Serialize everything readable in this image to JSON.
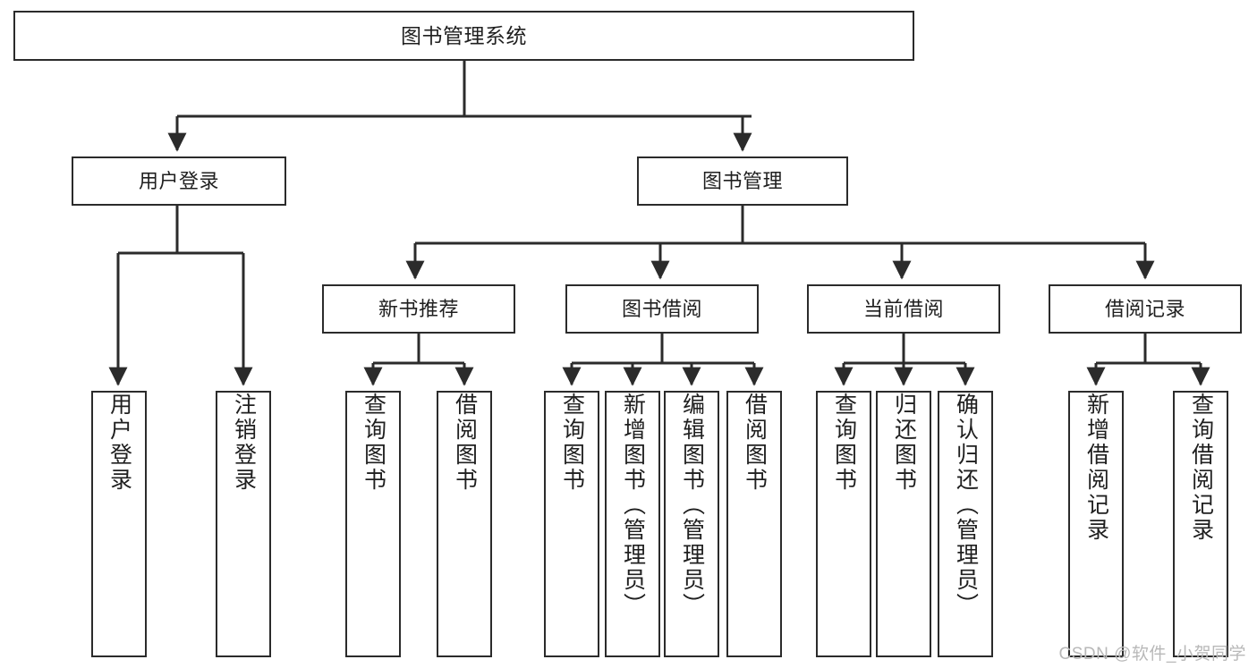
{
  "diagram": {
    "title": "图书管理系统",
    "type": "functional-structure-tree",
    "colors": {
      "box_border": "#2b2b2b",
      "box_fill": "#ffffff",
      "connector": "#2b2b2b",
      "text": "#1f1f1f",
      "watermark": "#b8b8b8",
      "background": "#ffffff"
    },
    "levels": {
      "root": {
        "label": "图书管理系统"
      },
      "level2": [
        {
          "label": "用户登录"
        },
        {
          "label": "图书管理"
        }
      ],
      "level3": [
        {
          "label": "新书推荐"
        },
        {
          "label": "图书借阅"
        },
        {
          "label": "当前借阅"
        },
        {
          "label": "借阅记录"
        }
      ],
      "level4": [
        {
          "label": "用户登录"
        },
        {
          "label": "注销登录"
        },
        {
          "label": "查询图书"
        },
        {
          "label": "借阅图书"
        },
        {
          "label": "查询图书"
        },
        {
          "label": "新增图书（管理员）"
        },
        {
          "label": "编辑图书（管理员）"
        },
        {
          "label": "借阅图书"
        },
        {
          "label": "查询图书"
        },
        {
          "label": "归还图书"
        },
        {
          "label": "确认归还（管理员）"
        },
        {
          "label": "新增借阅记录"
        },
        {
          "label": "查询借阅记录"
        }
      ]
    }
  },
  "watermark": {
    "text": "CSDN @软件_小贺同学"
  }
}
